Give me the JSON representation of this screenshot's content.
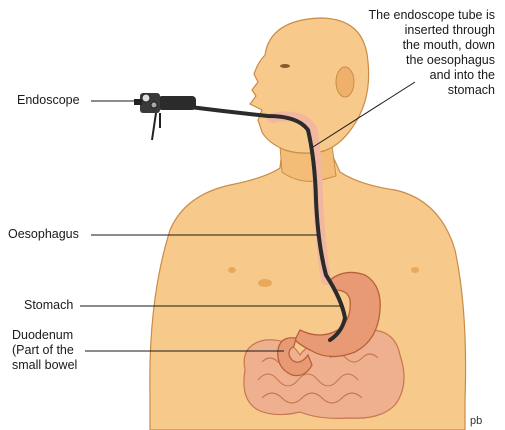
{
  "labels": {
    "endoscope": "Endoscope",
    "oesophagus": "Oesophagus",
    "stomach": "Stomach",
    "duodenum": "Duodenum\n(Part of the\nsmall bowel",
    "note": "The endoscope tube is\ninserted through\nthe mouth, down\nthe oesophagus\nand into the\nstomach",
    "credit": "pb"
  },
  "colors": {
    "skin": "#f7c98a",
    "skin_shadow": "#e8a95c",
    "outline": "#b97b3c",
    "stomach": "#e89a74",
    "intestine": "#eeb08e",
    "tube": "#2b2b2b",
    "leader": "#1a1a1a"
  }
}
